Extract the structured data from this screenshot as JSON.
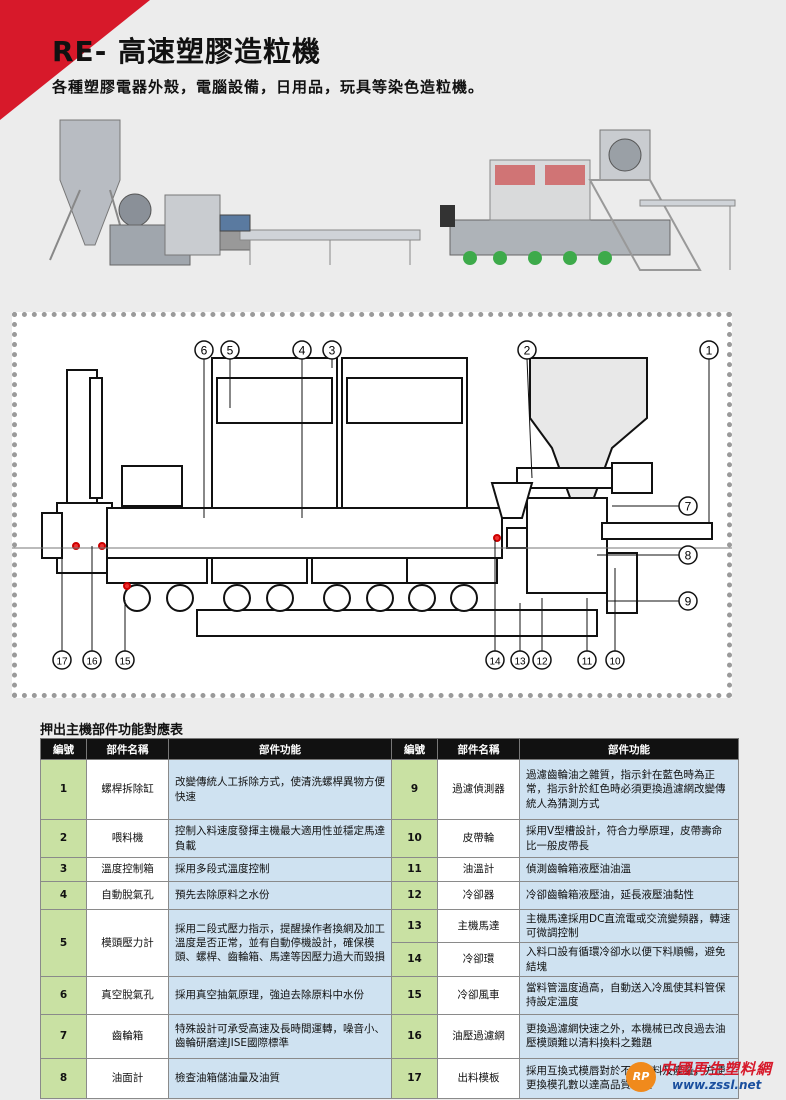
{
  "header": {
    "title": "RE- 高速塑膠造粒機",
    "subtitle": "各種塑膠電器外殼，電腦設備，日用品，玩具等染色造粒機。"
  },
  "diagram": {
    "callouts": [
      "1",
      "2",
      "3",
      "4",
      "5",
      "6",
      "7",
      "8",
      "9",
      "10",
      "11",
      "12",
      "13",
      "14",
      "15",
      "16",
      "17"
    ]
  },
  "table": {
    "title": "押出主機部件功能對應表",
    "headers": [
      "編號",
      "部件名稱",
      "部件功能",
      "編號",
      "部件名稱",
      "部件功能"
    ],
    "rows": [
      {
        "no": "1",
        "name": "螺桿拆除缸",
        "func": "改變傳統人工拆除方式，使清洗螺桿異物方便快速",
        "no2": "9",
        "name2": "過濾偵測器",
        "func2": "過濾齒輪油之雜質，指示針在藍色時為正常，指示針於紅色時必須更換過濾網改變傳統人為猜測方式"
      },
      {
        "no": "2",
        "name": "喂料機",
        "func": "控制入料速度發揮主機最大適用性並穩定馬達負載",
        "no2": "10",
        "name2": "皮帶輪",
        "func2": "採用V型槽設計，符合力學原理，皮帶壽命比一般皮帶長"
      },
      {
        "no": "3",
        "name": "溫度控制箱",
        "func": "採用多段式溫度控制",
        "no2": "11",
        "name2": "油溫計",
        "func2": "偵測齒輪箱液壓油油溫"
      },
      {
        "no": "4",
        "name": "自動脫氣孔",
        "func": "預先去除原料之水份",
        "no2": "12",
        "name2": "冷卻器",
        "func2": "冷卻齒輪箱液壓油，延長液壓油黏性"
      },
      {
        "no": "5",
        "name": "模頭壓力計",
        "func": "採用二段式壓力指示，提醒操作者換網及加工溫度是否正常，並有自動停機設計，確保模頭、螺桿、齒輪箱、馬達等因壓力過大而毀損",
        "no2": "13",
        "name2": "主機馬達",
        "func2": "主機馬達採用DC直流電或交流變頻器，轉速可微調控制",
        "no3": "14",
        "name3": "冷卻環",
        "func3": "入料口設有循環冷卻水以便下料順暢，避免結塊"
      },
      {
        "no": "6",
        "name": "真空脫氣孔",
        "func": "採用真空抽氣原理，強迫去除原料中水份",
        "no2": "15",
        "name2": "冷卻風車",
        "func2": "當料管溫度過高，自動送入冷風使其料管保持設定溫度"
      },
      {
        "no": "7",
        "name": "齒輪箱",
        "func": "特殊設計可承受高速及長時間運轉，噪音小、齒輪研磨達JISE國際標準",
        "no2": "16",
        "name2": "油壓過濾網",
        "func2": "更換過濾網快速之外，本機械已改良過去油壓模頭難以清料換料之難題"
      },
      {
        "no": "8",
        "name": "油面計",
        "func": "檢查油箱儲油量及油質",
        "no2": "17",
        "name2": "出料模板",
        "func2": "採用互換式模唇對於不同原料及產量，方便更換模孔數以達高品質顆粒"
      }
    ]
  },
  "footer": {
    "logo_badge": "RP",
    "logo_text": "中國再生塑料網",
    "url": "www.zssl.net"
  },
  "colors": {
    "accent_red": "#d7192a",
    "number_cell": "#c9e1a3",
    "function_cell": "#cfe2f1",
    "header_bg": "#111111"
  }
}
